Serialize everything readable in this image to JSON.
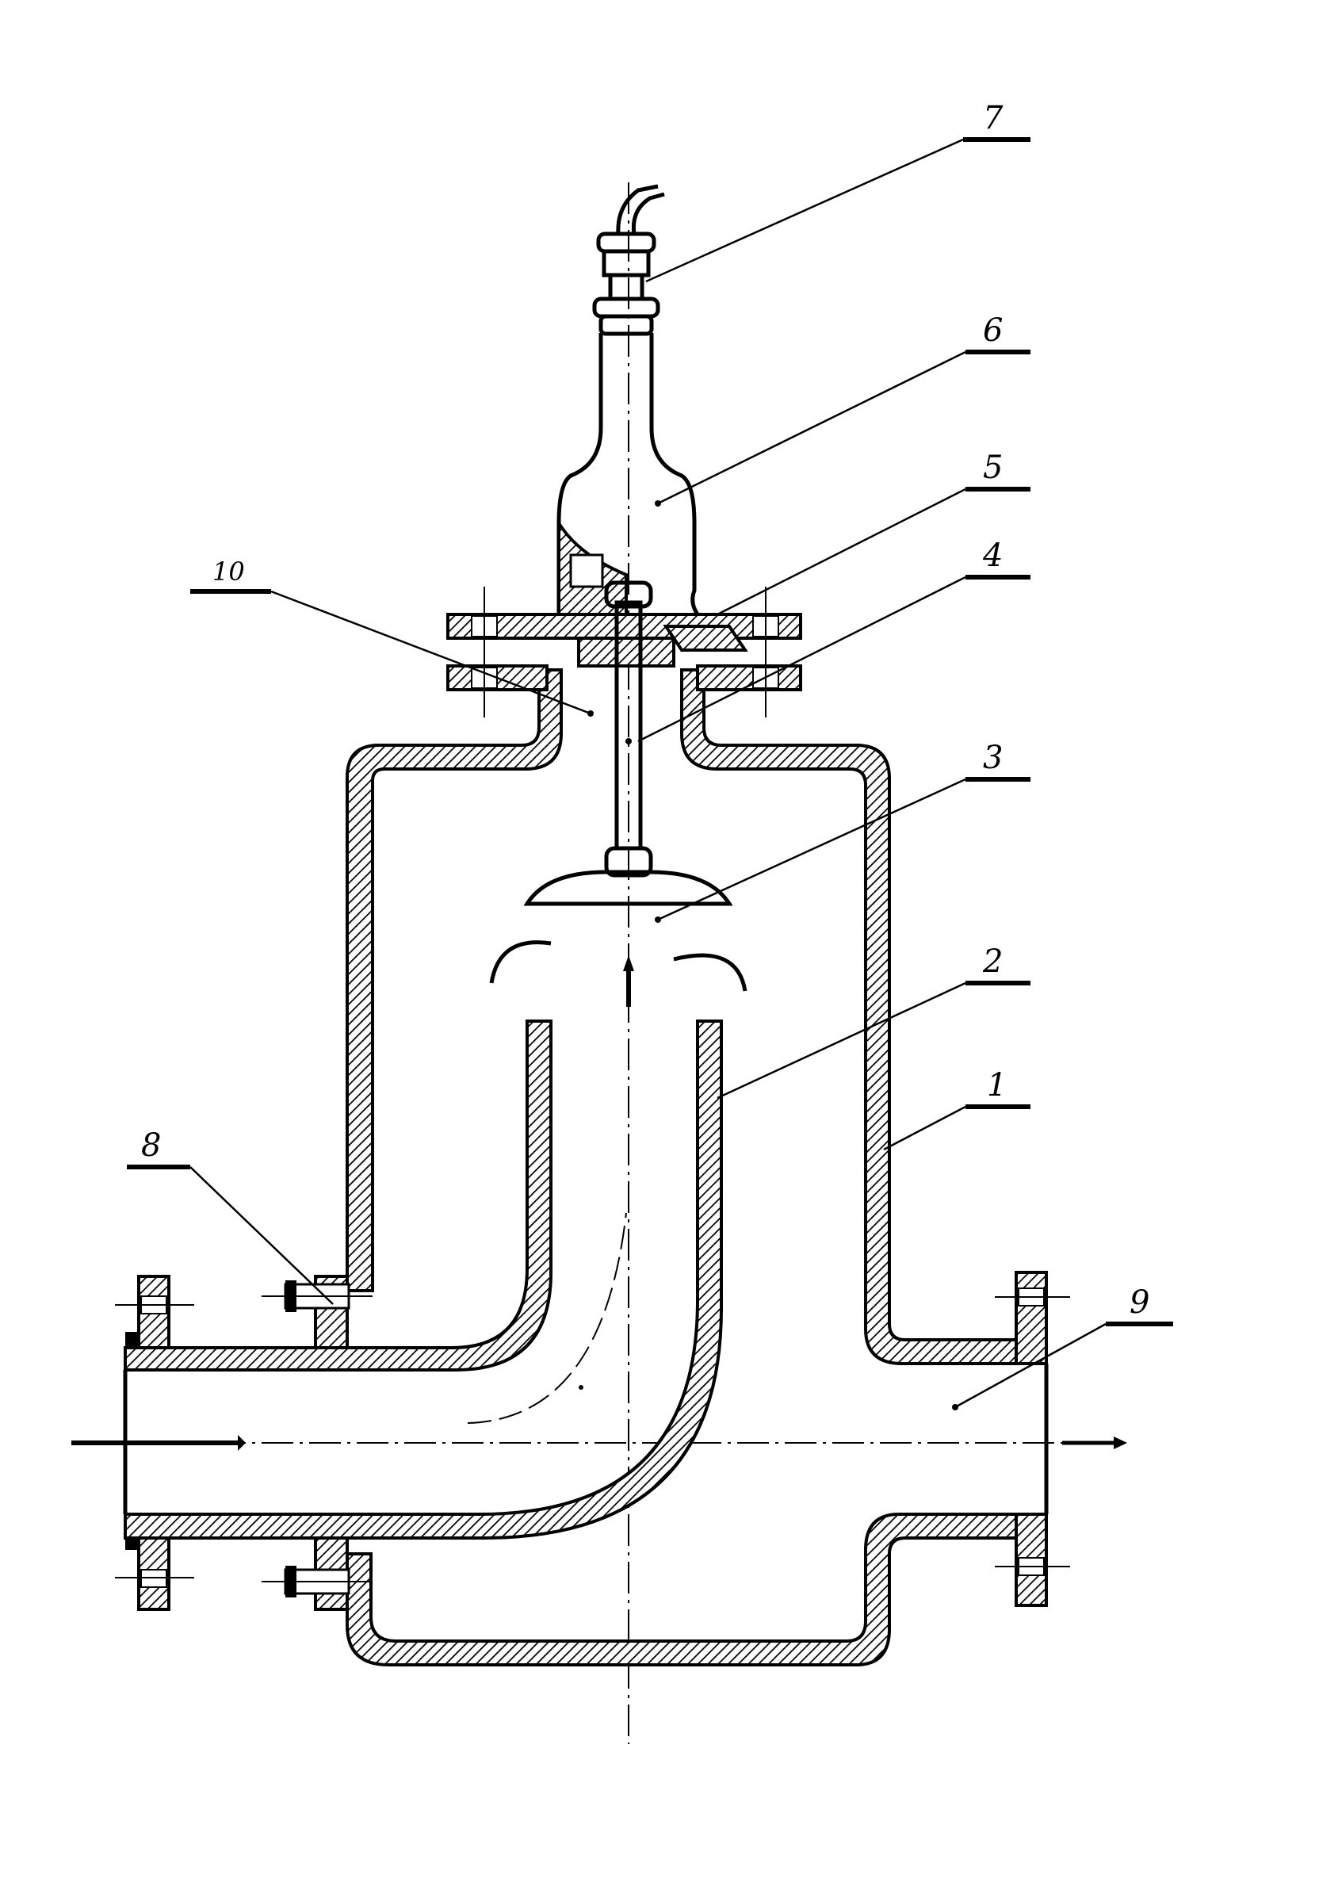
{
  "diagram": {
    "labels": [
      {
        "id": "label-1",
        "text": "1"
      },
      {
        "id": "label-2",
        "text": "2"
      },
      {
        "id": "label-3",
        "text": "3"
      },
      {
        "id": "label-4",
        "text": "4"
      },
      {
        "id": "label-5",
        "text": "5"
      },
      {
        "id": "label-6",
        "text": "6"
      },
      {
        "id": "label-7",
        "text": "7"
      },
      {
        "id": "label-8",
        "text": "8"
      },
      {
        "id": "label-9",
        "text": "9"
      },
      {
        "id": "label-10",
        "text": "10"
      }
    ],
    "colors": {
      "line": "#000000",
      "background": "#ffffff"
    },
    "icons": [
      "flow-in-arrow-icon",
      "flow-out-arrow-icon",
      "splash-arrow-icon"
    ]
  }
}
